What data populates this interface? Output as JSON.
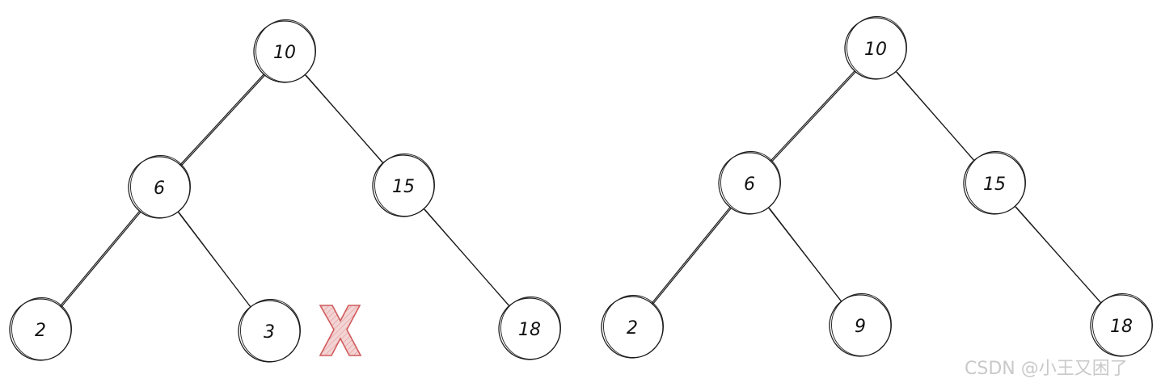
{
  "left_tree": {
    "nodes": [
      {
        "id": "l-root",
        "label": "10"
      },
      {
        "id": "l-6",
        "label": "6"
      },
      {
        "id": "l-15",
        "label": "15"
      },
      {
        "id": "l-2",
        "label": "2"
      },
      {
        "id": "l-3",
        "label": "3"
      },
      {
        "id": "l-18",
        "label": "18"
      }
    ],
    "edges": [
      [
        "l-root",
        "l-6"
      ],
      [
        "l-root",
        "l-15"
      ],
      [
        "l-6",
        "l-2"
      ],
      [
        "l-6",
        "l-3"
      ],
      [
        "l-15",
        "l-18"
      ]
    ],
    "invalid_marker": "x-mark-icon"
  },
  "right_tree": {
    "nodes": [
      {
        "id": "r-root",
        "label": "10"
      },
      {
        "id": "r-6",
        "label": "6"
      },
      {
        "id": "r-15",
        "label": "15"
      },
      {
        "id": "r-2",
        "label": "2"
      },
      {
        "id": "r-9",
        "label": "9"
      },
      {
        "id": "r-18",
        "label": "18"
      }
    ],
    "edges": [
      [
        "r-root",
        "r-6"
      ],
      [
        "r-root",
        "r-15"
      ],
      [
        "r-6",
        "r-2"
      ],
      [
        "r-6",
        "r-9"
      ],
      [
        "r-15",
        "r-18"
      ]
    ]
  },
  "colors": {
    "stroke": "#1a1a1a",
    "cross_stroke": "#d15a5a",
    "cross_fill": "#f3d4d4",
    "watermark": "#c9c9c9"
  },
  "watermark": "CSDN @小王又困了"
}
